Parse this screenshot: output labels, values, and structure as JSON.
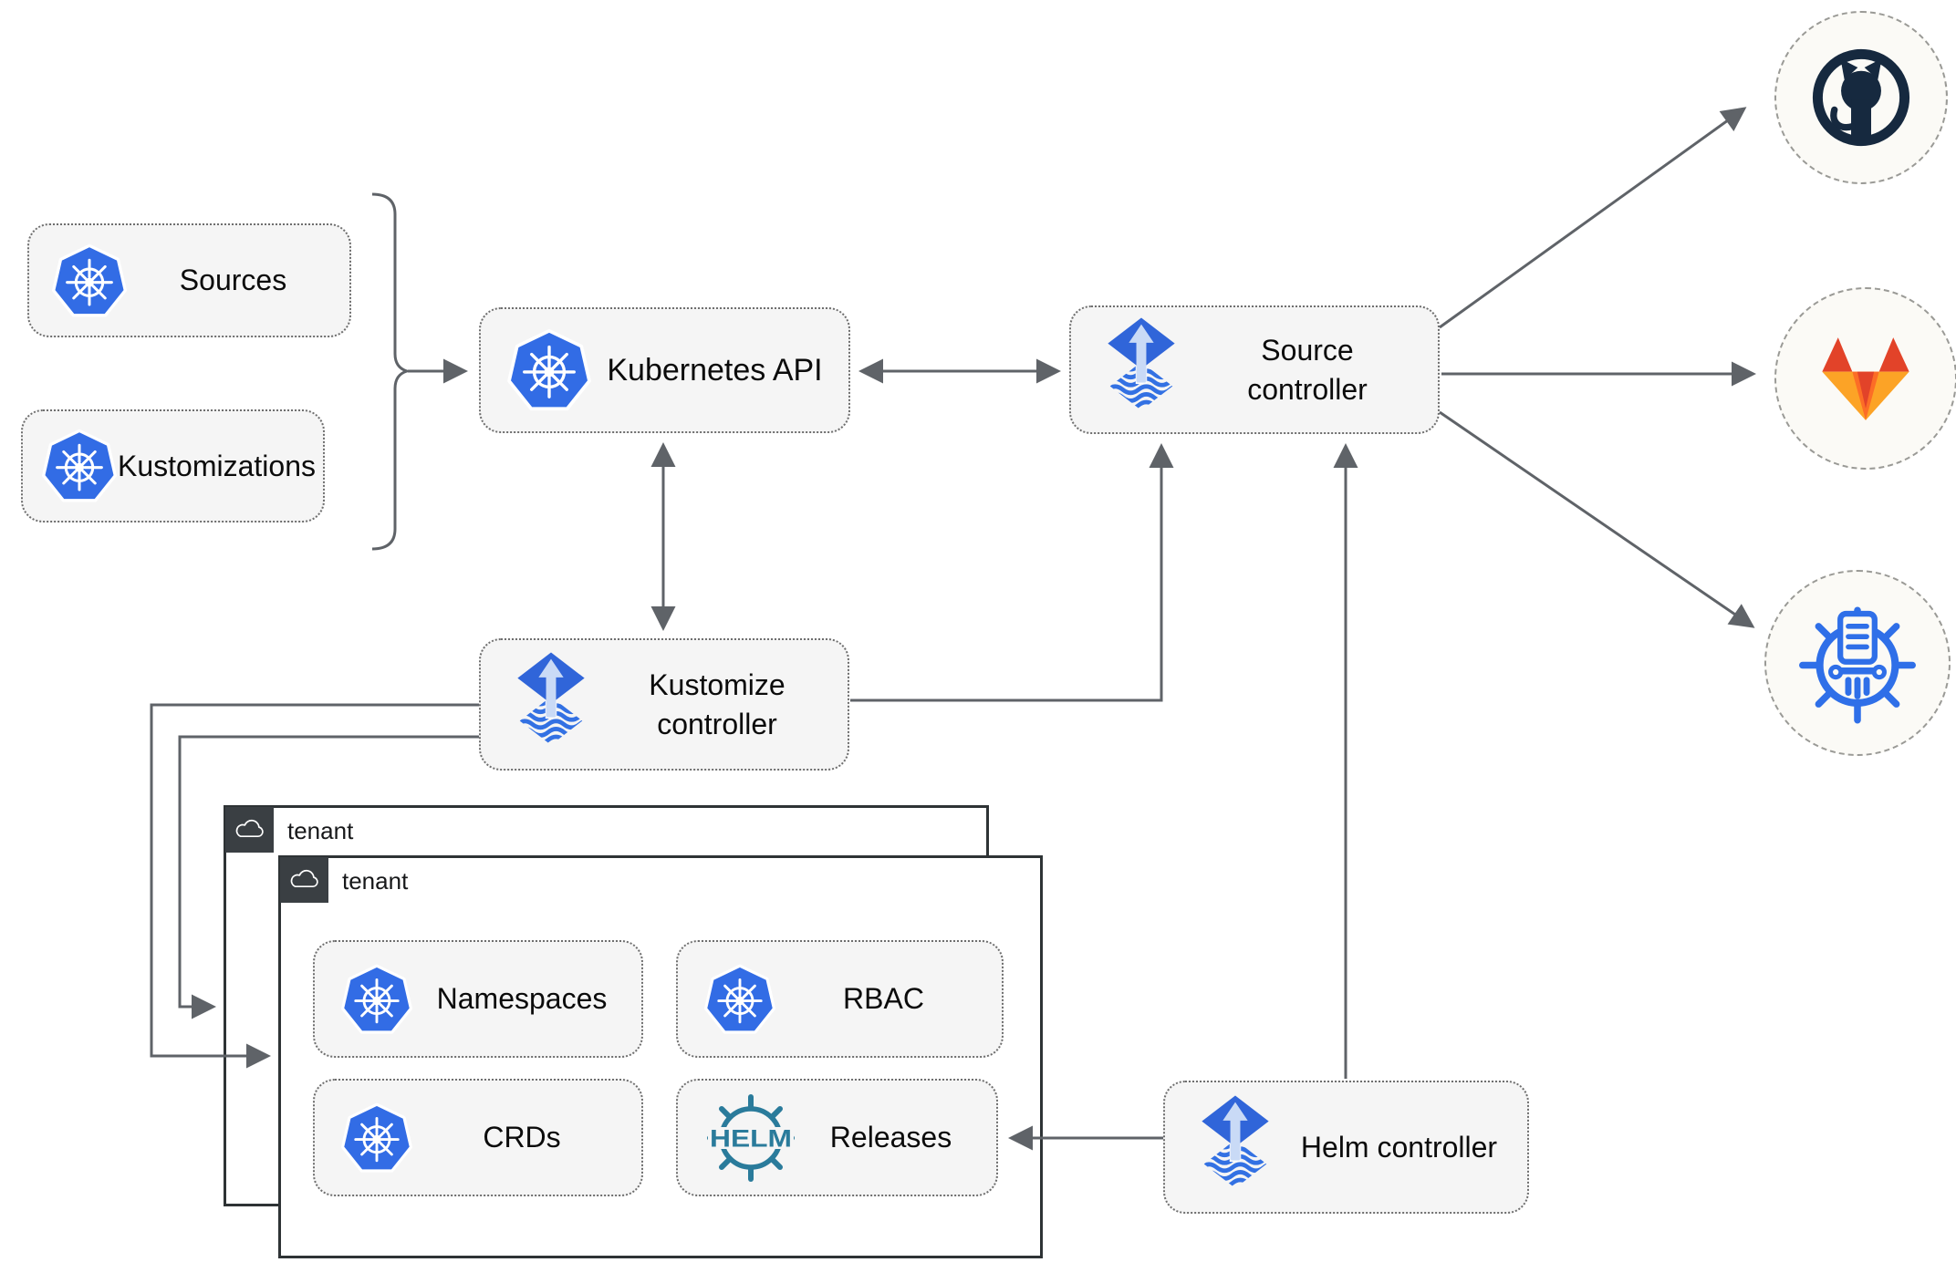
{
  "diagram": {
    "description": "Flux CD GitOps architecture diagram",
    "colors": {
      "kubernetes_blue": "#326ce5",
      "flux_diamond_blue": "#3065d9",
      "flux_arrow_light": "#c9daf6",
      "flux_wave_blue": "#3371e3",
      "helm_teal": "#2a7b9b",
      "github_navy": "#16293f",
      "gitlab_red_orange": "#e24329",
      "gitlab_orange": "#fc6d26",
      "gitlab_light_orange": "#fca326",
      "chartmuseum_blue": "#2f6fe8",
      "edge_gray": "#5f6368",
      "node_fill": "#f5f5f5",
      "tenant_header_dark": "#3a3f43"
    }
  },
  "nodes": {
    "sources": {
      "label": "Sources",
      "icon": "kubernetes-icon"
    },
    "kustomizations": {
      "label": "Kustomizations",
      "icon": "kubernetes-icon"
    },
    "kubernetes_api": {
      "label": "Kubernetes API",
      "icon": "kubernetes-icon"
    },
    "source_controller": {
      "label": "Source controller",
      "icon": "flux-icon"
    },
    "kustomize_controller": {
      "label": "Kustomize controller",
      "icon": "flux-icon"
    },
    "helm_controller": {
      "label": "Helm controller",
      "icon": "flux-icon"
    },
    "namespaces": {
      "label": "Namespaces",
      "icon": "kubernetes-icon"
    },
    "rbac": {
      "label": "RBAC",
      "icon": "kubernetes-icon"
    },
    "crds": {
      "label": "CRDs",
      "icon": "kubernetes-icon"
    },
    "releases": {
      "label": "Releases",
      "icon": "helm-icon"
    },
    "github": {
      "icon": "github-icon"
    },
    "gitlab": {
      "icon": "gitlab-icon"
    },
    "chartmuseum": {
      "icon": "chartmuseum-icon"
    }
  },
  "tenants": {
    "outer": {
      "label": "tenant",
      "icon": "cloud-icon"
    },
    "inner": {
      "label": "tenant",
      "icon": "cloud-icon"
    }
  },
  "helm_icon_text": "HELM",
  "edges": [
    {
      "from": "sources-kustomizations-bracket",
      "to": "kubernetes-api",
      "bidirectional": false
    },
    {
      "from": "kubernetes-api",
      "to": "source-controller",
      "bidirectional": true
    },
    {
      "from": "kubernetes-api",
      "to": "kustomize-controller",
      "bidirectional": true
    },
    {
      "from": "kustomize-controller",
      "to": "source-controller",
      "bidirectional": false
    },
    {
      "from": "helm-controller",
      "to": "source-controller",
      "bidirectional": false
    },
    {
      "from": "source-controller",
      "to": "github",
      "bidirectional": false
    },
    {
      "from": "source-controller",
      "to": "gitlab",
      "bidirectional": false
    },
    {
      "from": "source-controller",
      "to": "chartmuseum",
      "bidirectional": false
    },
    {
      "from": "kustomize-controller",
      "to": "tenant-inner",
      "bidirectional": false
    },
    {
      "from": "kustomize-controller",
      "to": "tenant-outer",
      "bidirectional": false
    },
    {
      "from": "helm-controller",
      "to": "releases",
      "bidirectional": false
    }
  ]
}
